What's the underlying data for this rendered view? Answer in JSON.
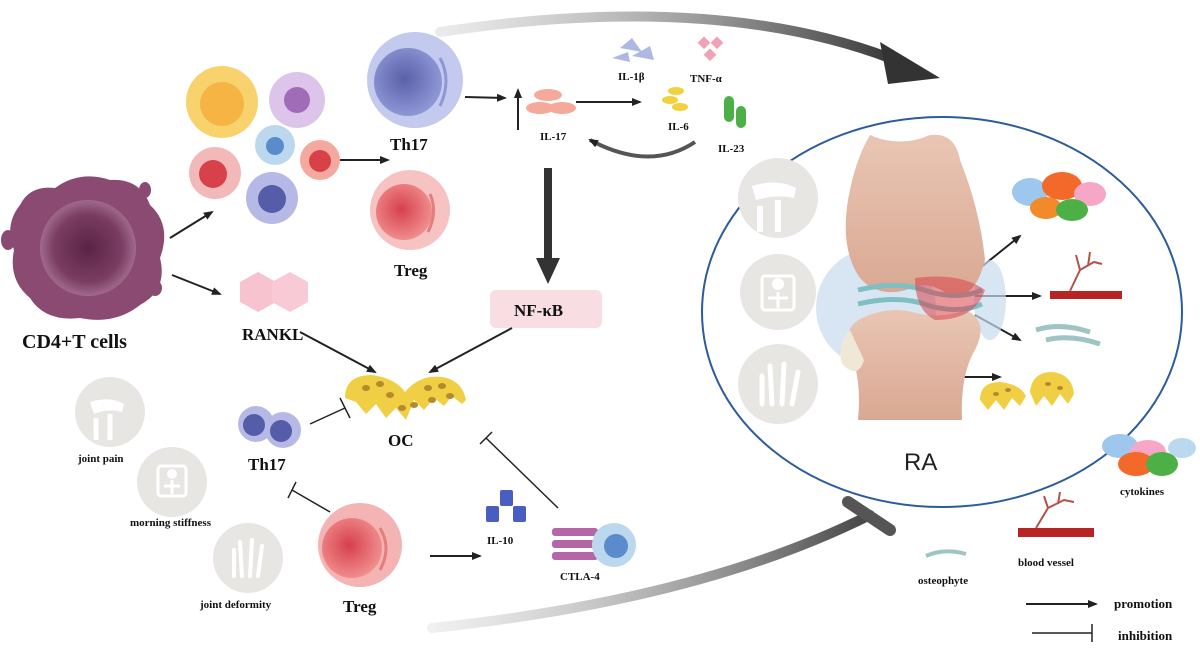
{
  "labels": {
    "cd4": "CD4+T cells",
    "th17_top": "Th17",
    "treg_top": "Treg",
    "rankl": "RANKL",
    "nfkb": "NF-κB",
    "il1b": "IL-1β",
    "tnfa": "TNF-α",
    "il6": "IL-6",
    "il17": "IL-17",
    "il23": "IL-23",
    "oc": "OC",
    "th17_bottom": "Th17",
    "treg_bottom": "Treg",
    "il10": "IL-10",
    "ctla4": "CTLA-4",
    "joint_pain": "joint pain",
    "morning_stiffness": "morning stiffness",
    "joint_deformity": "joint deformity",
    "ra": "RA"
  },
  "legend": {
    "cytokines": "cytokines",
    "blood_vessel": "blood vessel",
    "osteophyte": "osteophyte",
    "promotion": "promotion",
    "inhibition": "inhibition"
  },
  "colors": {
    "cd4": "#8a4a72",
    "th17": "#8e97d6",
    "treg": "#e87878",
    "rankl": "#f6c3cf",
    "nfkb_box": "#f8dde3",
    "oc": "#f1cf45",
    "il10": "#4a5ec2",
    "ctla4": "#b566a6",
    "arrow": "#222222"
  },
  "icons": [
    "joint-pain-icon",
    "morning-stiffness-icon",
    "joint-deformity-icon",
    "knee-joint-icon"
  ]
}
